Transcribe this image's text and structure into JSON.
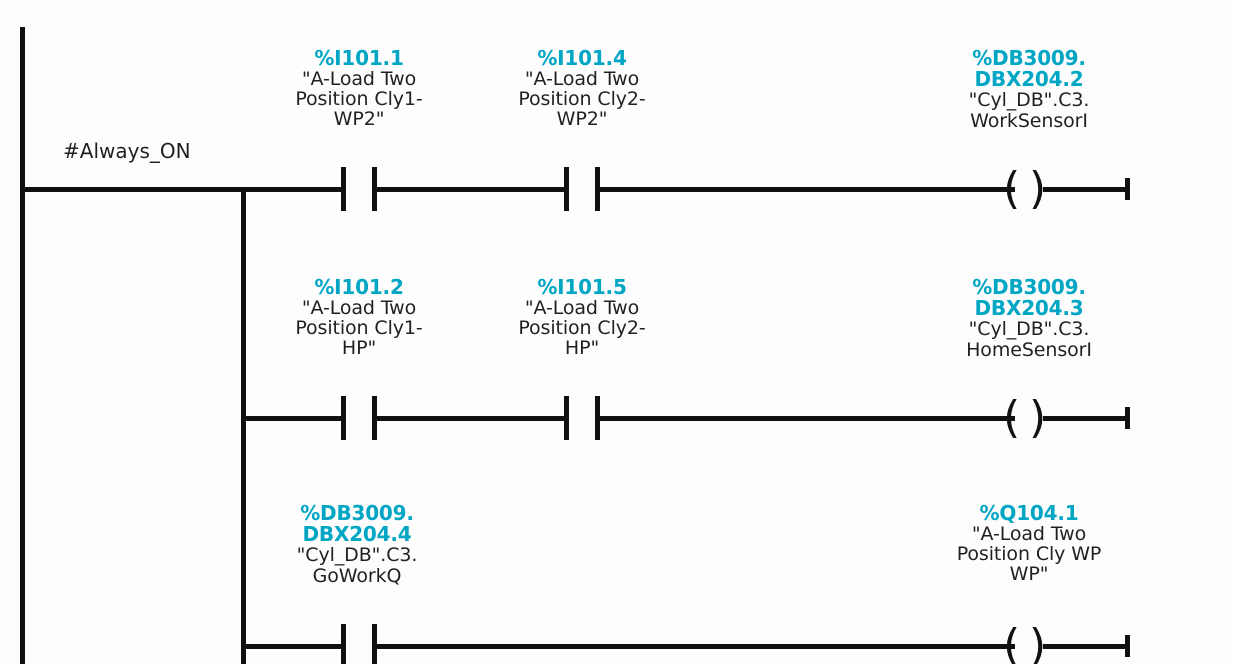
{
  "diagram": {
    "type": "ladder-logic",
    "language": "LAD",
    "colors": {
      "address_text": "#00a6c4",
      "symbol_text": "#231f20",
      "wire": "#111111",
      "background": "#fdfdfd"
    },
    "rail": {
      "label": "#Always_ON"
    },
    "rungs": [
      {
        "id": "rung-1",
        "contacts": [
          {
            "id": "contact-i101-1",
            "kind": "normally-open-contact",
            "address": "%I101.1",
            "symbol": "\"A-Load Two\nPosition Cly1-\nWP2\""
          },
          {
            "id": "contact-i101-4",
            "kind": "normally-open-contact",
            "address": "%I101.4",
            "symbol": "\"A-Load Two\nPosition Cly2-\nWP2\""
          }
        ],
        "coil": {
          "id": "coil-dbx204-2",
          "kind": "output-coil",
          "address": "%DB3009.\nDBX204.2",
          "symbol": "\"Cyl_DB\".C3.\nWorkSensorI"
        }
      },
      {
        "id": "rung-2",
        "contacts": [
          {
            "id": "contact-i101-2",
            "kind": "normally-open-contact",
            "address": "%I101.2",
            "symbol": "\"A-Load Two\nPosition Cly1-\nHP\""
          },
          {
            "id": "contact-i101-5",
            "kind": "normally-open-contact",
            "address": "%I101.5",
            "symbol": "\"A-Load Two\nPosition Cly2-\nHP\""
          }
        ],
        "coil": {
          "id": "coil-dbx204-3",
          "kind": "output-coil",
          "address": "%DB3009.\nDBX204.3",
          "symbol": "\"Cyl_DB\".C3.\nHomeSensorI"
        }
      },
      {
        "id": "rung-3",
        "contacts": [
          {
            "id": "contact-dbx204-4",
            "kind": "normally-open-contact",
            "address": "%DB3009.\nDBX204.4",
            "symbol": "\"Cyl_DB\".C3.\nGoWorkQ"
          }
        ],
        "coil": {
          "id": "coil-q104-1",
          "kind": "output-coil",
          "address": "%Q104.1",
          "symbol": "\"A-Load Two\nPosition Cly WP\nWP\""
        }
      }
    ]
  }
}
